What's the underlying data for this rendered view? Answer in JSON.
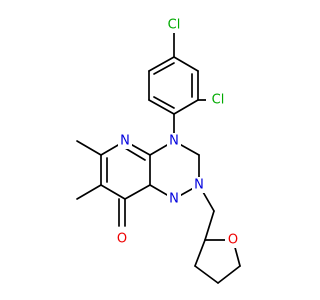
{
  "molecule": {
    "atom_colors": {
      "Cl": "#00aa00",
      "N": "#0000dd",
      "O": "#ee0000",
      "C": "#000000"
    },
    "atoms": [
      {
        "id": "Cl1",
        "element": "Cl",
        "label": "Cl"
      },
      {
        "id": "Cl2",
        "element": "Cl",
        "label": "Cl"
      },
      {
        "id": "N1",
        "element": "N",
        "label": "N"
      },
      {
        "id": "N2",
        "element": "N",
        "label": "N"
      },
      {
        "id": "N3",
        "element": "N",
        "label": "N"
      },
      {
        "id": "N4",
        "element": "N",
        "label": "N"
      },
      {
        "id": "O1",
        "element": "O",
        "label": "O"
      },
      {
        "id": "O2",
        "element": "O",
        "label": "O"
      }
    ]
  }
}
